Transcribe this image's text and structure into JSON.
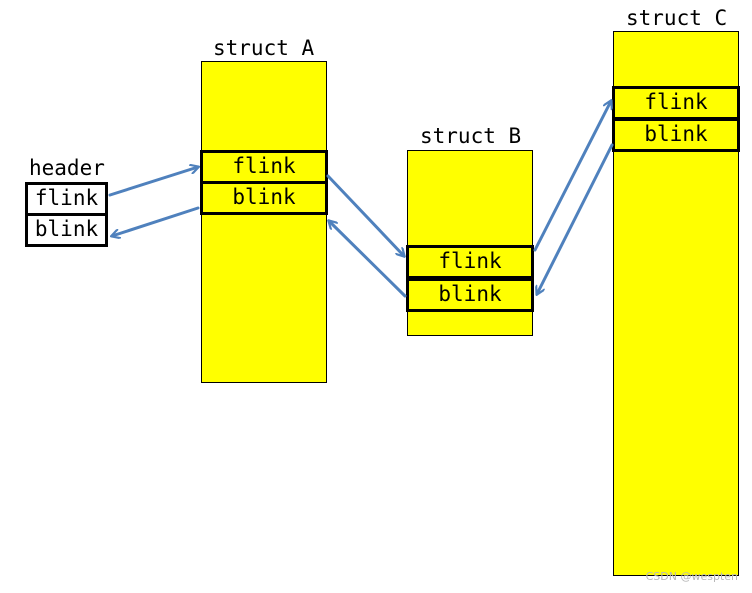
{
  "header": {
    "title": "header",
    "flink": "flink",
    "blink": "blink"
  },
  "structs": [
    {
      "title": "struct A",
      "flink": "flink",
      "blink": "blink"
    },
    {
      "title": "struct B",
      "flink": "flink",
      "blink": "blink"
    },
    {
      "title": "struct C",
      "flink": "flink",
      "blink": "blink"
    }
  ],
  "watermark": "CSDN @wespten",
  "colors": {
    "struct_fill": "#ffff00",
    "arrow": "#4f81bd",
    "border": "#000000"
  }
}
